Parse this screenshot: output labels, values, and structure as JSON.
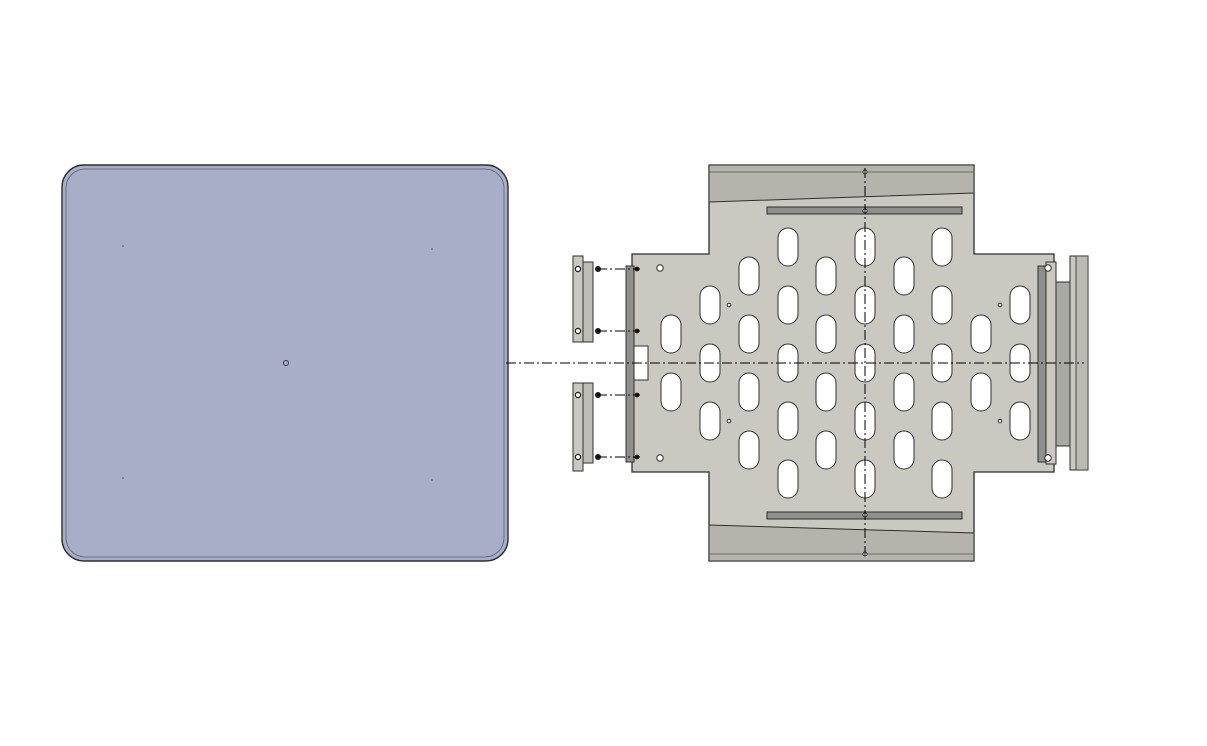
{
  "drawing": {
    "views": [
      {
        "name": "top-panel-view",
        "fill": "#a9aec8",
        "edge": "#3a3a3a"
      },
      {
        "name": "exploded-plate-assembly",
        "fill": "#c9c9c1",
        "edge": "#3a3a3a",
        "rail_fill": "#8f8f8b",
        "slot_fill": "#ffffff"
      }
    ],
    "centerline_style": "dash-dot",
    "colors": {
      "background": "#ffffff",
      "centerline": "#000000"
    }
  }
}
